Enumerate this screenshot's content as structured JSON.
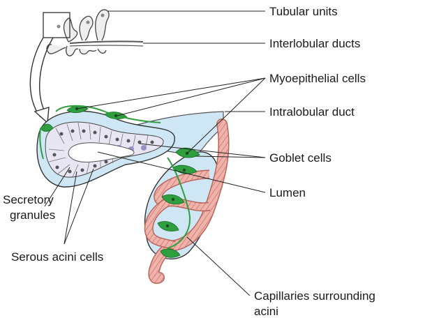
{
  "labels": {
    "tubular_units": "Tubular units",
    "interlobular_ducts": "Interlobular ducts",
    "myoepithelial_cells": "Myoepithelial cells",
    "intralobular_duct": "Intralobular duct",
    "goblet_cells": "Goblet cells",
    "lumen": "Lumen",
    "secretory_granules_line1": "Secretory",
    "secretory_granules_line2": "granules",
    "serous_acini_cells": "Serous acini cells",
    "capillaries_line1": "Capillaries surrounding",
    "capillaries_line2": "acini"
  },
  "colors": {
    "myoepithelial": "#2e9e3e",
    "capillary": "#e59a92",
    "acinus": "#cfe6f4",
    "cells": "#e9e6f3",
    "goblet": "#8c7fc4",
    "outline": "#222222"
  }
}
